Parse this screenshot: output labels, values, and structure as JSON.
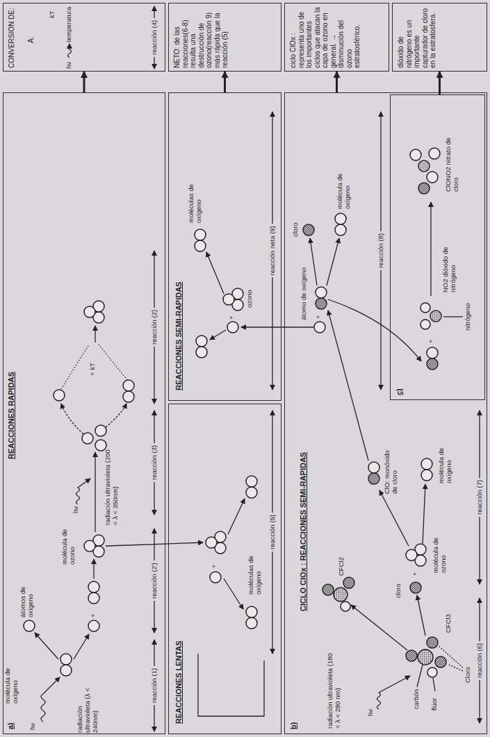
{
  "diagram": {
    "nodes": [
      {
        "text": [
          "a)"
        ]
      },
      {
        "text": [
          "CONVERSION DE:",
          "A:"
        ]
      },
      {
        "text": [
          "REACCIONES LENTAS"
        ]
      },
      {
        "text": [
          "REACCIONES SEMI-RAPIDAS"
        ]
      },
      {
        "text": [
          "NETO: de las reacciones(6-8) resulta una destrucción de ozono(reacción 9) más rápida que la reacción (5)"
        ]
      },
      {
        "text": [
          "b)",
          "CICLO ClOx : REACCIONES SEMI-RAPIDAS"
        ]
      },
      {
        "text": [
          "ciclo ClOx : representa uno de los importantes ciclos que atacan la capa de ozono en general. → disminución del ozono estratosférico."
        ]
      },
      {
        "text": [
          "c)"
        ],
        "in": 5
      },
      {
        "text": [
          "dióxido de nitrógeno es un importante capturador de cloro en la estratosfera."
        ]
      }
    ],
    "edges": [
      {
        "from": 0,
        "to": 1,
        "arrow": "to"
      },
      {
        "from": 3,
        "to": 4,
        "arrow": "to"
      },
      {
        "from": 5,
        "to": 6,
        "arrow": "to"
      },
      {
        "from": 7,
        "to": 8,
        "arrow": "to"
      }
    ],
    "labels": [
      "molécula de oxígeno",
      "hν",
      "radiación ultravioleta (λ < 240nm)",
      "átomos de oxígeno",
      "reacción (1)",
      "reacción (2')",
      "molécula de ozono",
      "hν",
      "radiación ultravioleta (200 < λ < 350nm)",
      "+ kT",
      "reacción (3)",
      "REACCIONES RAPIDAS",
      "reacción (2)",
      "moléculas de oxígeno",
      "reacción (5)",
      "ozono",
      "moléculas de oxígeno",
      "reacción neta (9)",
      "hν",
      "kT",
      "temperatura",
      "reacción (4)",
      "radiación ultravioleta (180 < λ < 280 nm)",
      "hν",
      "flúor",
      "carbón",
      "CFCl3",
      "Cloro",
      "CFCl2",
      "cloro",
      "+",
      "molécula de ozono",
      "molécula de oxígeno",
      "ClO: monóxido de cloro",
      "átomo de oxígeno",
      "cloro",
      "molécula de oxígeno",
      "reacción (6)",
      "reacción (7)",
      "reacción (8)",
      "nitrógeno",
      "NO2 dióxido de nitrógeno",
      "+",
      "ClONO2 nitrato de cloro",
      "+",
      "+",
      "+",
      "+"
    ]
  }
}
